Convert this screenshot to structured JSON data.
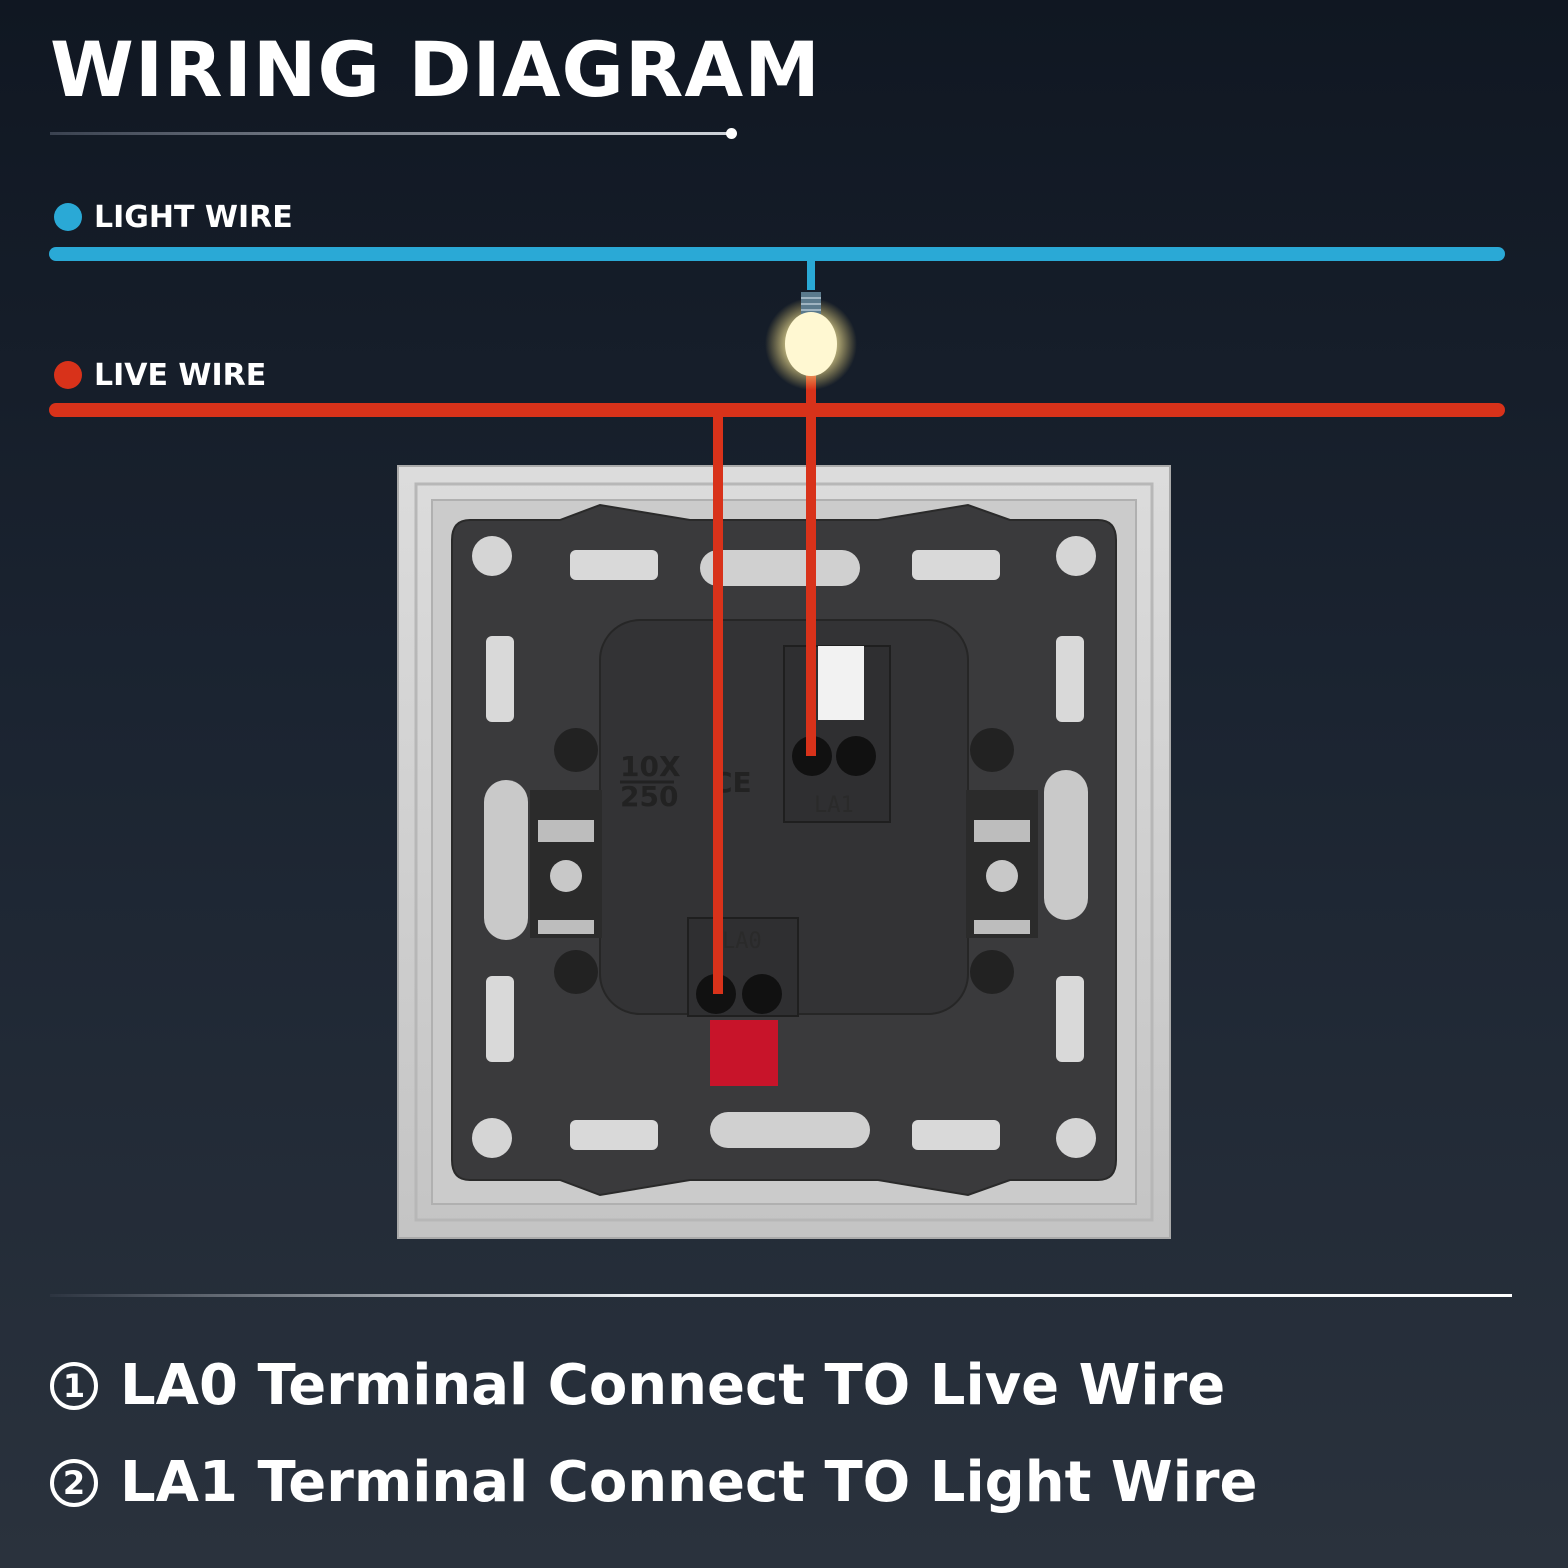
{
  "title": "WIRING DIAGRAM",
  "legend": {
    "light_wire": {
      "label": "LIGHT WIRE",
      "color": "#2aa9d6"
    },
    "live_wire": {
      "label": "LIVE WIRE",
      "color": "#d8321a"
    }
  },
  "switch": {
    "terminal_la1": "LA1",
    "terminal_la0": "LA0",
    "rating_top": "10X",
    "rating_bottom": "250",
    "ce_mark": "CE"
  },
  "steps": [
    {
      "number": "1",
      "text": "LA0 Terminal Connect TO Live Wire"
    },
    {
      "number": "2",
      "text": "LA1 Terminal Connect TO Light Wire"
    }
  ]
}
